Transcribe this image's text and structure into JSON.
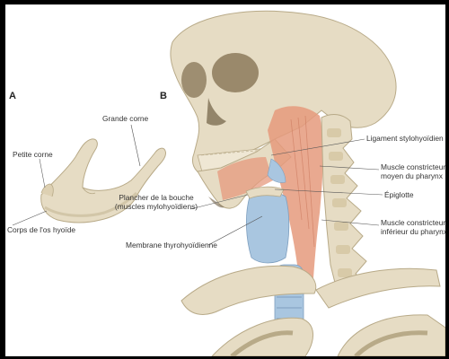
{
  "panels": {
    "a": "A",
    "b": "B"
  },
  "labels_a": {
    "grande_corne": "Grande corne",
    "petite_corne": "Petite corne",
    "corps": "Corps de l'os hyoïde"
  },
  "labels_b": {
    "ligament_stylo": "Ligament stylohyoïdien",
    "moyen_1": "Muscle constricteur",
    "moyen_2": "moyen du pharynx",
    "epiglotte": "Épiglotte",
    "plancher_1": "Plancher de la bouche",
    "plancher_2": "(muscles mylohyoïdiens)",
    "inferieur_1": "Muscle constricteur",
    "inferieur_2": "inférieur du pharynx",
    "membrane": "Membrane thyrohyoïdienne"
  },
  "colors": {
    "bone": "#e6dcc4",
    "bone_shade": "#c9bc9c",
    "muscle": "#e59a7d",
    "cartilage": "#a9c6e0",
    "background": "#ffffff"
  }
}
